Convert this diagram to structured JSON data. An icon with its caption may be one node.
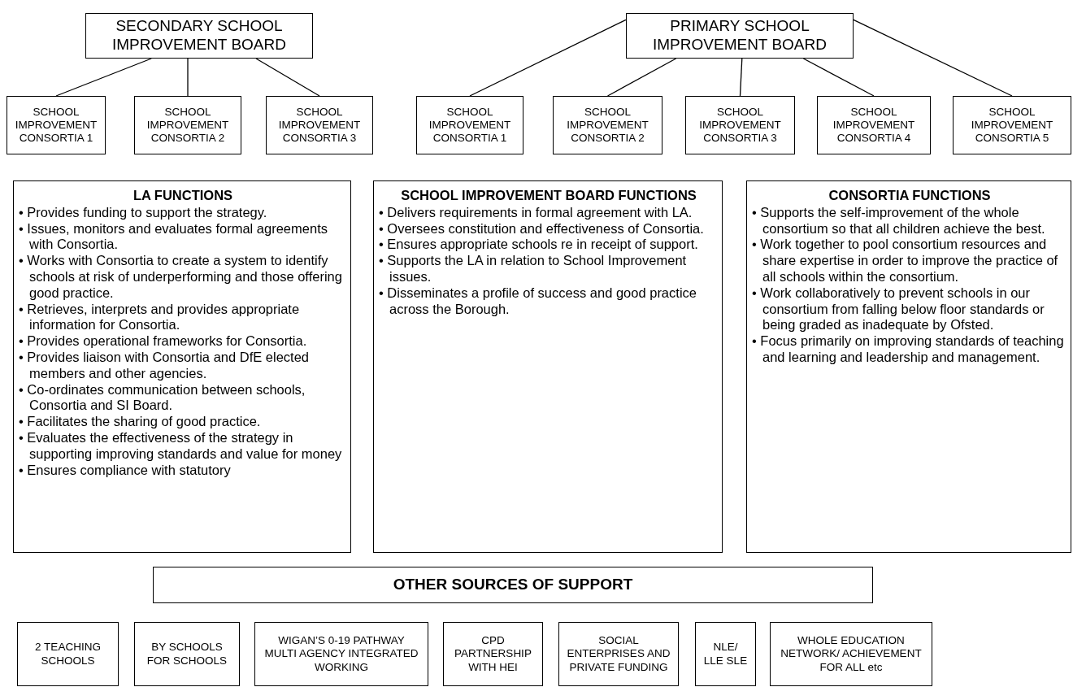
{
  "diagram": {
    "nodes": [
      {
        "text": [
          "SECONDARY SCHOOL IMPROVEMENT BOARD"
        ]
      },
      {
        "text": [
          "PRIMARY SCHOOL IMPROVEMENT BOARD"
        ]
      },
      {
        "text": [
          "SCHOOL IMPROVEMENT CONSORTIA 1"
        ]
      },
      {
        "text": [
          "SCHOOL IMPROVEMENT CONSORTIA 2"
        ]
      },
      {
        "text": [
          "SCHOOL IMPROVEMENT CONSORTIA 3"
        ]
      },
      {
        "text": [
          "SCHOOL IMPROVEMENT CONSORTIA 1"
        ]
      },
      {
        "text": [
          "SCHOOL IMPROVEMENT CONSORTIA 2"
        ]
      },
      {
        "text": [
          "SCHOOL IMPROVEMENT CONSORTIA 3"
        ]
      },
      {
        "text": [
          "SCHOOL IMPROVEMENT CONSORTIA 4"
        ]
      },
      {
        "text": [
          "SCHOOL IMPROVEMENT CONSORTIA 5"
        ]
      },
      {
        "text": [
          "LA FUNCTIONS",
          "• Provides funding to support the strategy.",
          "• Issues, monitors and evaluates formal agreements with Consortia.",
          "• Works with Consortia to create a system to identify schools at risk of underperforming and those offering good practice.",
          "• Retrieves, interprets and provides appropriate information for Consortia.",
          "• Provides operational frameworks for Consortia.",
          "• Provides liaison with Consortia and DfE elected members and other agencies.",
          "• Co-ordinates communication between schools, Consortia and SI Board.",
          "• Facilitates the sharing of good practice.",
          "• Evaluates the effectiveness of the strategy in supporting improving standards and value for money",
          "• Ensures compliance with statutory"
        ]
      },
      {
        "text": [
          "SCHOOL IMPROVEMENT BOARD FUNCTIONS",
          "• Delivers requirements in formal agreement with LA.",
          "• Oversees constitution and effectiveness of Consortia.",
          "• Ensures appropriate schools re in receipt of support.",
          "• Supports the LA in relation to School Improvement issues.",
          "• Disseminates a profile of success and good practice across the Borough."
        ]
      },
      {
        "text": [
          "CONSORTIA FUNCTIONS",
          "• Supports the self-improvement of the whole consortium so that all children achieve the best.",
          "• Work together to pool consortium resources and share expertise in order to improve the practice of all schools within the consortium.",
          "• Work collaboratively to prevent schools in our consortium from falling below floor standards or being graded as inadequate by Ofsted.",
          "• Focus primarily on improving standards of teaching and learning and leadership and management."
        ]
      },
      {
        "text": [
          "OTHER SOURCES OF SUPPORT"
        ]
      },
      {
        "text": [
          "2 TEACHING SCHOOLS"
        ]
      },
      {
        "text": [
          "BY SCHOOLS FOR SCHOOLS"
        ]
      },
      {
        "text": [
          "WIGAN’S 0-19 PATHWAY MULTI AGENCY INTEGRATED WORKING"
        ]
      },
      {
        "text": [
          "CPD PARTNERSHIP WITH HEI"
        ]
      },
      {
        "text": [
          "SOCIAL ENTERPRISES AND PRIVATE FUNDING"
        ]
      },
      {
        "text": [
          "NLE/ LLE SLE"
        ]
      },
      {
        "text": [
          "WHOLE EDUCATION NETWORK/ ACHIEVEMENT FOR ALL etc"
        ]
      }
    ],
    "edges": [
      {
        "from": 0,
        "to": 2,
        "arrow": "none"
      },
      {
        "from": 0,
        "to": 3,
        "arrow": "none"
      },
      {
        "from": 0,
        "to": 4,
        "arrow": "none"
      },
      {
        "from": 1,
        "to": 5,
        "arrow": "none"
      },
      {
        "from": 1,
        "to": 6,
        "arrow": "none"
      },
      {
        "from": 1,
        "to": 7,
        "arrow": "none"
      },
      {
        "from": 1,
        "to": 8,
        "arrow": "none"
      },
      {
        "from": 1,
        "to": 9,
        "arrow": "none"
      }
    ]
  }
}
